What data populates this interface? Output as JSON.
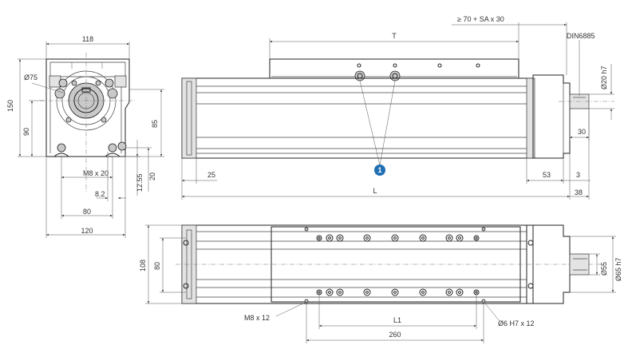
{
  "end_view": {
    "width_top": "118",
    "bore_dia": "Ø75",
    "height_total": "150",
    "height_axis": "90",
    "height_85": "85",
    "thread": "M8 x 20",
    "dim_8_2": "8.2",
    "dim_12_55": "12.55",
    "dim_20": "20",
    "width_80": "80",
    "width_120": "120"
  },
  "side_view": {
    "travel": "T",
    "clearance": "≥ 70 + SA x 30",
    "key_standard": "DIN6885",
    "shaft_dia": "Ø20 h7",
    "shaft_len": "30",
    "dim_25": "25",
    "dim_53": "53",
    "dim_3": "3",
    "length": "L",
    "dim_38": "38",
    "callout": "1"
  },
  "plan_view": {
    "height_108": "108",
    "height_80": "80",
    "thread": "M8 x 12",
    "carriage_len": "L1",
    "pitch_260": "260",
    "pin_hole": "Ø6 H7 x 12",
    "dia_55": "Ø55",
    "dia_65": "Ø65 h7"
  },
  "colors": {
    "callout_fill": "#1f6fb2",
    "line": "#222222"
  }
}
